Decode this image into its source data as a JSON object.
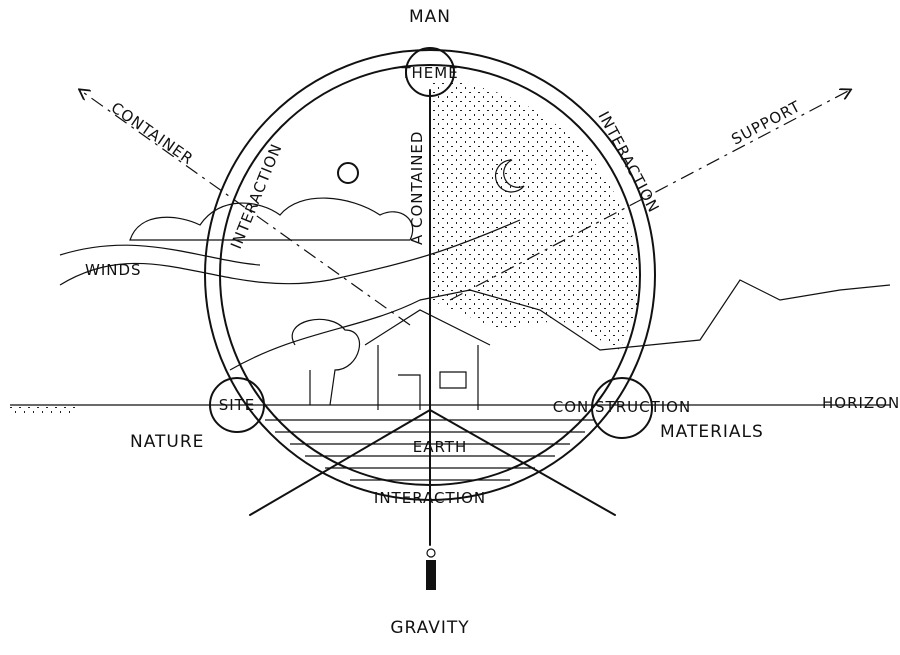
{
  "labels": {
    "man": "MAN",
    "theme": "THEME",
    "container": "CONTAINER",
    "support": "SUPPORT",
    "interaction_left": "INTERACTION",
    "interaction_right": "INTERACTION",
    "interaction_bottom": "INTERACTION",
    "contained": "A CONTAINED",
    "winds": "WINDS",
    "site": "SITE",
    "nature": "NATURE",
    "construction": "CON STRUCTION",
    "materials": "MATERIALS",
    "horizon": "HORIZON",
    "earth": "EARTH",
    "gravity": "GRAVITY"
  }
}
